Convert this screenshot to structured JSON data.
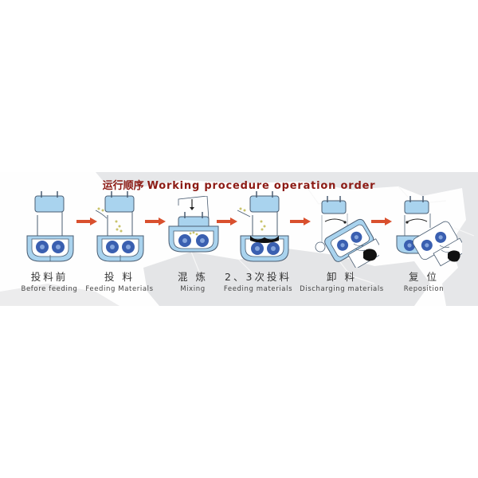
{
  "title": {
    "cn": "运行顺序",
    "en": "Working procedure operation order",
    "color": "#8c1a14"
  },
  "steps": [
    {
      "cn": "投料前",
      "en": "Before feeding",
      "icon": "mixer-idle"
    },
    {
      "cn": "投 料",
      "en": "Feeding Materials",
      "icon": "mixer-feeding"
    },
    {
      "cn": "混 炼",
      "en": "Mixing",
      "icon": "mixer-mixing"
    },
    {
      "cn": "2、3次投料",
      "en": "Feeding materials",
      "icon": "mixer-second-feeding"
    },
    {
      "cn": "卸 料",
      "en": "Discharging materials",
      "icon": "mixer-discharging"
    },
    {
      "cn": "复 位",
      "en": "Reposition",
      "icon": "mixer-reposition"
    }
  ],
  "arrows": {
    "count": 5,
    "color": "#d9502e"
  },
  "colors": {
    "machine_blue": "#a9d3ee",
    "machine_outline": "#4a5d72",
    "rotor": "#3a5fb0",
    "material": "#111111",
    "map_grey": "#e3e4e6"
  }
}
